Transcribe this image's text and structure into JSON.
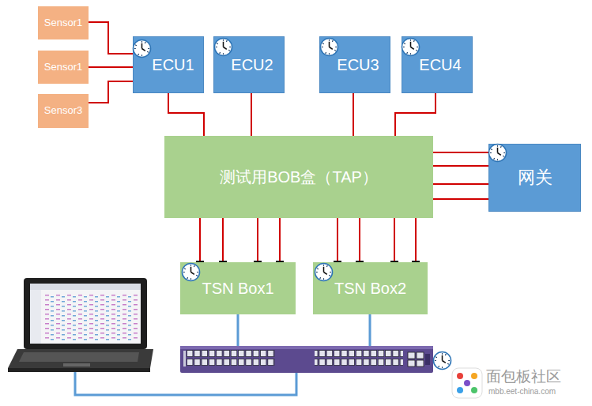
{
  "diagram": {
    "nodes": [
      {
        "text": [
          "Sensor1"
        ]
      },
      {
        "text": [
          "Sensor1"
        ]
      },
      {
        "text": [
          "Sensor3"
        ]
      },
      {
        "text": [
          "ECU1"
        ]
      },
      {
        "text": [
          "ECU2"
        ]
      },
      {
        "text": [
          "ECU3"
        ]
      },
      {
        "text": [
          "ECU4"
        ]
      },
      {
        "text": [
          "测试用BOB盒（TAP）"
        ]
      },
      {
        "text": [
          "网关"
        ]
      },
      {
        "text": [
          "TSN Box1"
        ]
      },
      {
        "text": [
          "TSN Box2"
        ]
      }
    ],
    "edges": [
      {
        "from": 0,
        "to": 3,
        "arrow": "none"
      },
      {
        "from": 1,
        "to": 3,
        "arrow": "none"
      },
      {
        "from": 2,
        "to": 3,
        "arrow": "none"
      },
      {
        "from": 3,
        "to": 7,
        "arrow": "none"
      },
      {
        "from": 4,
        "to": 7,
        "arrow": "none"
      },
      {
        "from": 5,
        "to": 7,
        "arrow": "none"
      },
      {
        "from": 6,
        "to": 7,
        "arrow": "none"
      },
      {
        "from": 7,
        "to": 8,
        "arrow": "none"
      },
      {
        "from": 7,
        "to": 8,
        "arrow": "none"
      },
      {
        "from": 7,
        "to": 8,
        "arrow": "none"
      },
      {
        "from": 7,
        "to": 8,
        "arrow": "none"
      },
      {
        "from": 7,
        "to": 9,
        "arrow": "none"
      },
      {
        "from": 7,
        "to": 9,
        "arrow": "none"
      },
      {
        "from": 7,
        "to": 9,
        "arrow": "none"
      },
      {
        "from": 7,
        "to": 9,
        "arrow": "none"
      },
      {
        "from": 7,
        "to": 10,
        "arrow": "none"
      },
      {
        "from": 7,
        "to": 10,
        "arrow": "none"
      },
      {
        "from": 7,
        "to": 10,
        "arrow": "none"
      },
      {
        "from": 7,
        "to": 10,
        "arrow": "none"
      }
    ],
    "labels": [
      "面包板社区",
      "mbb.eet-china.com"
    ]
  }
}
